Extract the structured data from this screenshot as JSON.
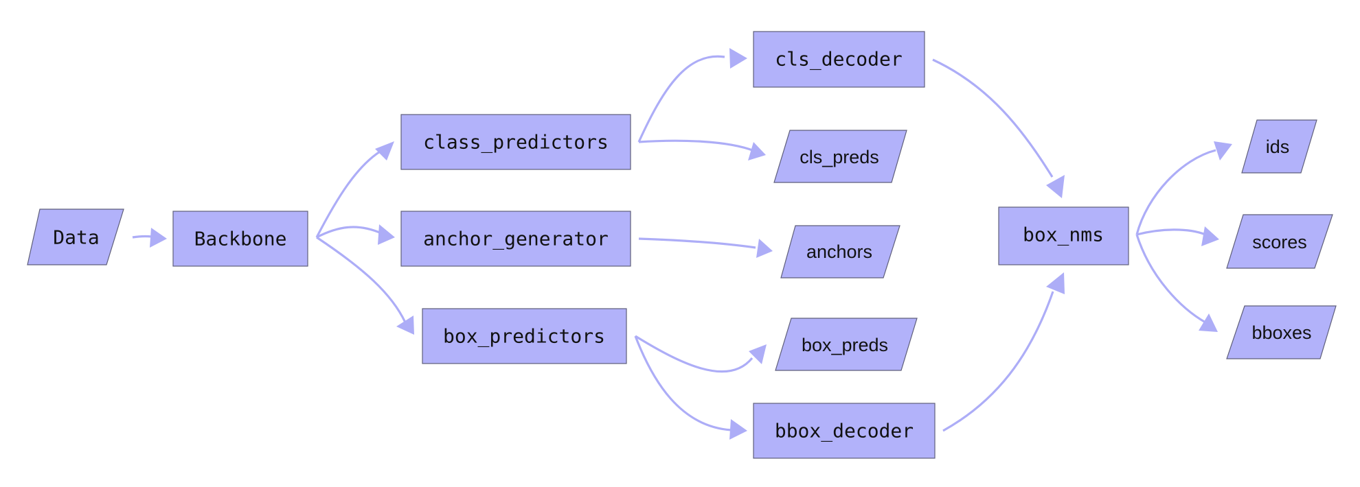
{
  "colors": {
    "node_fill": "#b2b2fa",
    "node_border": "#5e5e7a",
    "edge": "#adadf7"
  },
  "nodes": {
    "data": "Data",
    "backbone": "Backbone",
    "class_predictors": "class_predictors",
    "anchor_generator": "anchor_generator",
    "box_predictors": "box_predictors",
    "cls_decoder": "cls_decoder",
    "cls_preds": "cls_preds",
    "anchors": "anchors",
    "box_preds": "box_preds",
    "bbox_decoder": "bbox_decoder",
    "box_nms": "box_nms",
    "ids": "ids",
    "scores": "scores",
    "bboxes": "bboxes"
  },
  "edges": [
    [
      "Data",
      "Backbone"
    ],
    [
      "Backbone",
      "class_predictors"
    ],
    [
      "Backbone",
      "anchor_generator"
    ],
    [
      "Backbone",
      "box_predictors"
    ],
    [
      "class_predictors",
      "cls_decoder"
    ],
    [
      "class_predictors",
      "cls_preds"
    ],
    [
      "anchor_generator",
      "anchors"
    ],
    [
      "box_predictors",
      "box_preds"
    ],
    [
      "box_predictors",
      "bbox_decoder"
    ],
    [
      "cls_decoder",
      "box_nms"
    ],
    [
      "bbox_decoder",
      "box_nms"
    ],
    [
      "box_nms",
      "ids"
    ],
    [
      "box_nms",
      "scores"
    ],
    [
      "box_nms",
      "bboxes"
    ]
  ]
}
